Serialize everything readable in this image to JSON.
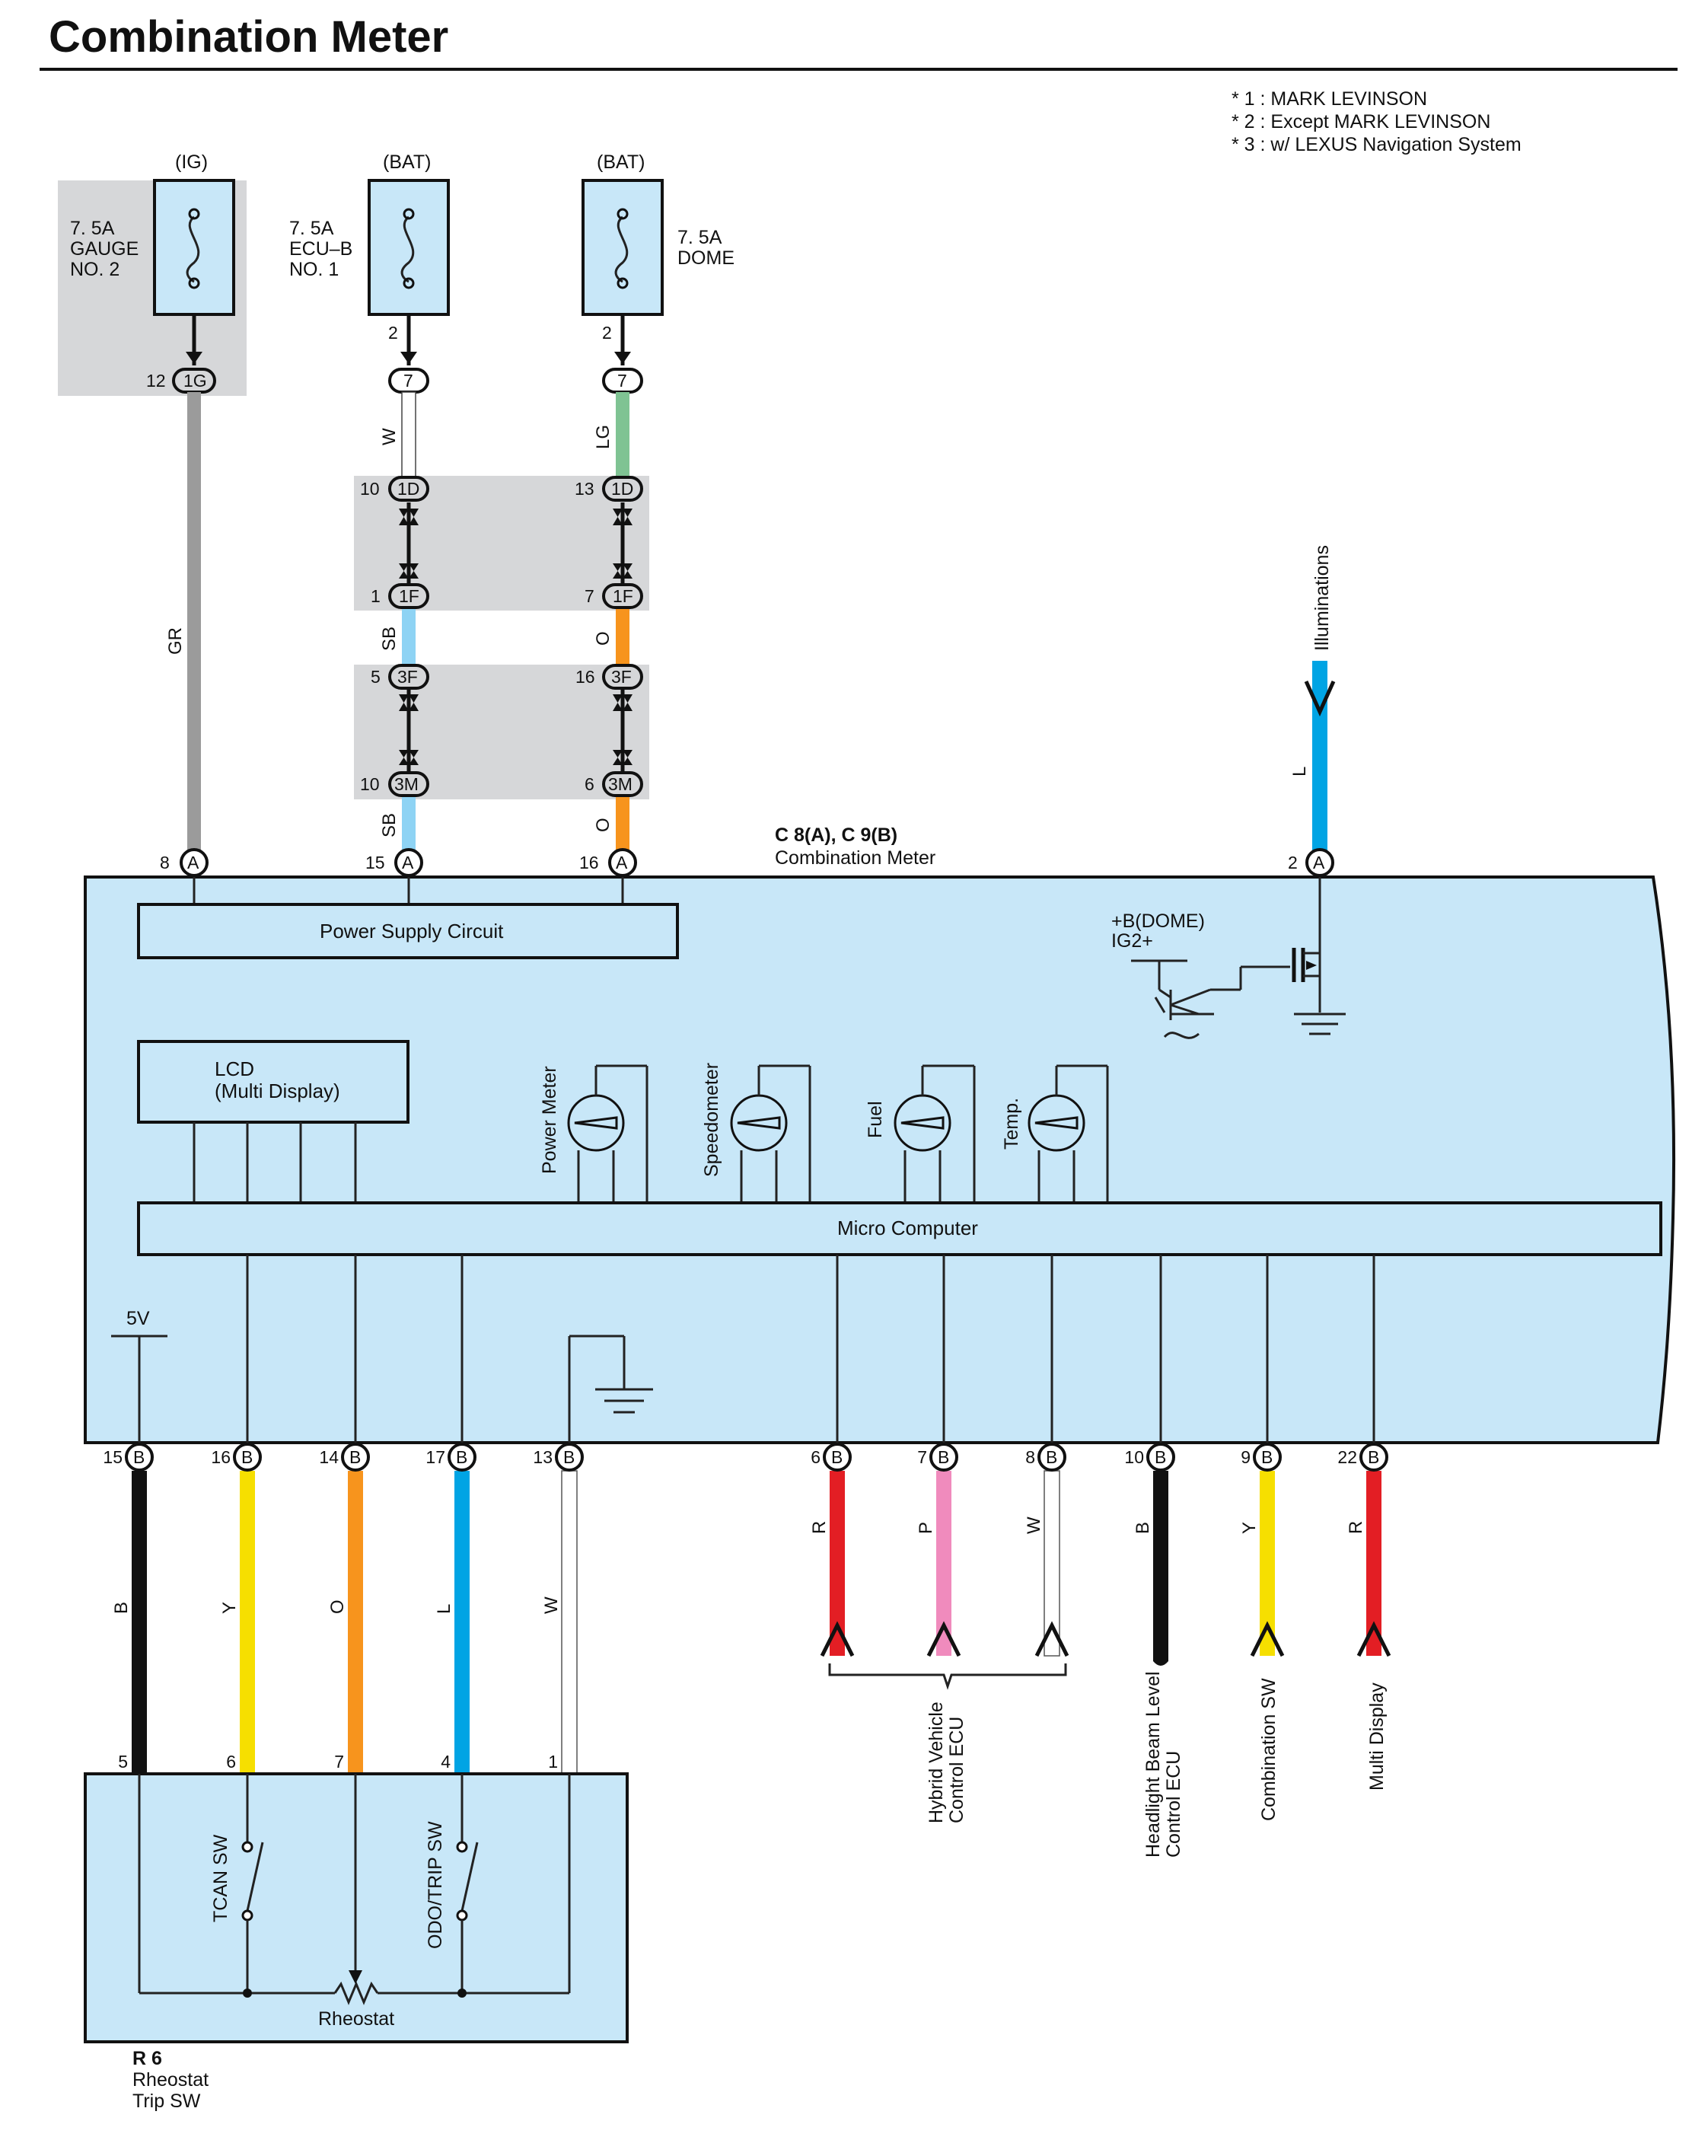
{
  "title": "Combination Meter",
  "notes": [
    "* 1 : MARK LEVINSON",
    "* 2 : Except MARK LEVINSON",
    "* 3 : w/ LEXUS Navigation System"
  ],
  "fuses": [
    {
      "source": "(IG)",
      "label": [
        "7. 5A",
        "GAUGE",
        "NO. 2"
      ],
      "pin": "",
      "conn": "1G",
      "conn_pin": "12"
    },
    {
      "source": "(BAT)",
      "label": [
        "7. 5A",
        "ECU–B",
        "NO. 1"
      ],
      "pin": "2",
      "conn": "7",
      "conn_pin": ""
    },
    {
      "source": "(BAT)",
      "label": [
        "7. 5A",
        "DOME"
      ],
      "pin": "2",
      "conn": "7",
      "conn_pin": ""
    }
  ],
  "wire_codes": {
    "gr": "GR",
    "w": "W",
    "lg": "LG",
    "sb1": "SB",
    "o1": "O",
    "sb2": "SB",
    "o2": "O",
    "l_top": "L"
  },
  "junctions": {
    "j1": [
      {
        "pin": "10",
        "conn": "1D"
      },
      {
        "pin": "13",
        "conn": "1D"
      }
    ],
    "j2": [
      {
        "pin": "1",
        "conn": "1F"
      },
      {
        "pin": "7",
        "conn": "1F"
      }
    ],
    "j3": [
      {
        "pin": "5",
        "conn": "3F"
      },
      {
        "pin": "16",
        "conn": "3F"
      }
    ],
    "j4": [
      {
        "pin": "10",
        "conn": "3M"
      },
      {
        "pin": "6",
        "conn": "3M"
      }
    ]
  },
  "top_pins": [
    {
      "pin": "8",
      "conn": "A"
    },
    {
      "pin": "15",
      "conn": "A"
    },
    {
      "pin": "16",
      "conn": "A"
    },
    {
      "pin": "2",
      "conn": "A"
    }
  ],
  "meter": {
    "ref": "C 8(A), C 9(B)",
    "name": "Combination Meter",
    "power_supply": "Power Supply Circuit",
    "lcd": [
      "LCD",
      "(Multi Display)"
    ],
    "micro": "Micro Computer",
    "bdome": "+B(DOME)",
    "ig2": "IG2+",
    "gauges": [
      "Power Meter",
      "Speedometer",
      "Fuel",
      "Temp."
    ],
    "v5": "5V"
  },
  "illuminations": "Illuminations",
  "bottom_pins": [
    {
      "pin": "15",
      "conn": "B",
      "code": "B",
      "color": "#111111"
    },
    {
      "pin": "16",
      "conn": "B",
      "code": "Y",
      "color": "#f6df00"
    },
    {
      "pin": "14",
      "conn": "B",
      "code": "O",
      "color": "#f7941d"
    },
    {
      "pin": "17",
      "conn": "B",
      "code": "L",
      "color": "#00a4e4"
    },
    {
      "pin": "13",
      "conn": "B",
      "code": "W",
      "color": "#ffffff"
    },
    {
      "pin": "6",
      "conn": "B",
      "code": "R",
      "color": "#e31e24"
    },
    {
      "pin": "7",
      "conn": "B",
      "code": "P",
      "color": "#f08bbd"
    },
    {
      "pin": "8",
      "conn": "B",
      "code": "W",
      "color": "#ffffff"
    },
    {
      "pin": "10",
      "conn": "B",
      "code": "B",
      "color": "#111111"
    },
    {
      "pin": "9",
      "conn": "B",
      "code": "Y",
      "color": "#f6df00"
    },
    {
      "pin": "22",
      "conn": "B",
      "code": "R",
      "color": "#e31e24"
    }
  ],
  "rheostat_pins": [
    "5",
    "6",
    "7",
    "4",
    "1"
  ],
  "destinations": {
    "hybrid": [
      "Hybrid Vehicle",
      "Control ECU"
    ],
    "headlight": [
      "Headlight Beam Level",
      "Control ECU"
    ],
    "combo": "Combination SW",
    "multi": "Multi Display"
  },
  "rheostat": {
    "tcan": "TCAN SW",
    "odo": "ODO/TRIP SW",
    "name": "Rheostat",
    "ref": "R 6",
    "desc": [
      "Rheostat",
      "Trip SW"
    ]
  },
  "colors": {
    "box_fill": "#c8e7f8",
    "junction_fill": "#d6d7d9",
    "gray_wire": "#9b9b9b",
    "lg": "#7fc393",
    "sb": "#8ed3f4",
    "orange": "#f7941d",
    "blue": "#00a4e4"
  }
}
